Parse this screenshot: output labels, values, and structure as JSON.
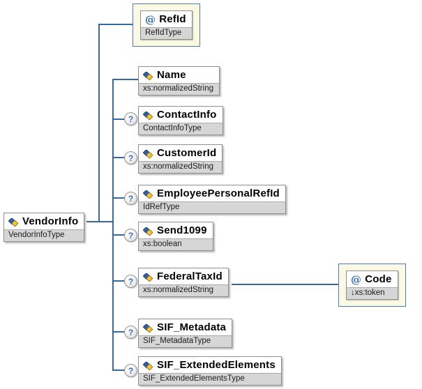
{
  "diagram": {
    "root": {
      "name": "VendorInfo",
      "type": "VendorInfoType"
    },
    "root_attribute": {
      "name": "RefId",
      "type": "RefIdType"
    },
    "children": [
      {
        "name": "Name",
        "type": "xs:normalizedString",
        "optional": false
      },
      {
        "name": "ContactInfo",
        "type": "ContactInfoType",
        "optional": true
      },
      {
        "name": "CustomerId",
        "type": "xs:normalizedString",
        "optional": true
      },
      {
        "name": "EmployeePersonalRefId",
        "type": "IdRefType",
        "optional": true
      },
      {
        "name": "Send1099",
        "type": "xs:boolean",
        "optional": true
      },
      {
        "name": "FederalTaxId",
        "type": "xs:normalizedString",
        "optional": true
      },
      {
        "name": "SIF_Metadata",
        "type": "SIF_MetadataType",
        "optional": true
      },
      {
        "name": "SIF_ExtendedElements",
        "type": "SIF_ExtendedElementsType",
        "optional": true
      }
    ],
    "federal_tax_attribute": {
      "name": "Code",
      "type": "↓xs:token"
    },
    "icons": {
      "attribute_glyph": "@",
      "optional_indicator": "?",
      "element_icon": "blue-yellow-diamond"
    },
    "colors": {
      "connector": "#36699e",
      "attr_container_bg": "#fbf9e3",
      "attr_container_border": "#4a7cb8",
      "type_strip_bg": "#d6d6d6"
    }
  }
}
